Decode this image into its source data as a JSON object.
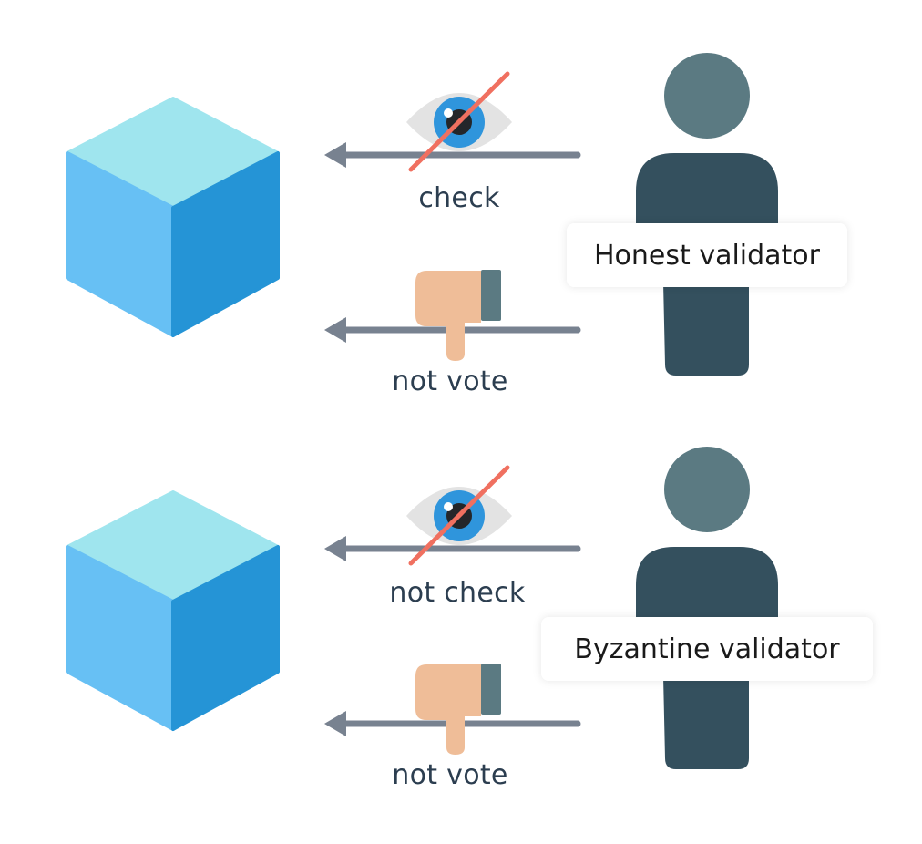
{
  "colors": {
    "cube_top": "#9fe5ee",
    "cube_left": "#67c0f4",
    "cube_right": "#2594d6",
    "arrow": "#788290",
    "eye_white": "#e3e3e3",
    "iris": "#2f95dc",
    "pupil": "#24262a",
    "strike": "#f07060",
    "hand": "#efbd98",
    "cuff": "#5b7a82",
    "person_head": "#5b7a82",
    "person_body": "#34505e",
    "label_text": "#2c3e50"
  },
  "rows": [
    {
      "check_label": "check",
      "vote_label": "not vote",
      "validator_label": "Honest validator"
    },
    {
      "check_label": "not check",
      "vote_label": "not vote",
      "validator_label": "Byzantine validator"
    }
  ]
}
